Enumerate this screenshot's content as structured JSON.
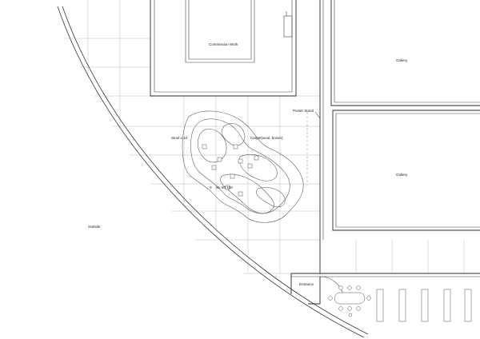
{
  "labels": {
    "commission_work": "Commission Work",
    "gallery_top": "Gallery",
    "gallery_mid": "Gallery",
    "poster_stand": "Poster Stand",
    "stool": "Stool x 10",
    "carpet": "Carpet(wool, brown)",
    "scale": "0    40  80 100",
    "outside": "Outside",
    "entrance": "Entrance"
  }
}
